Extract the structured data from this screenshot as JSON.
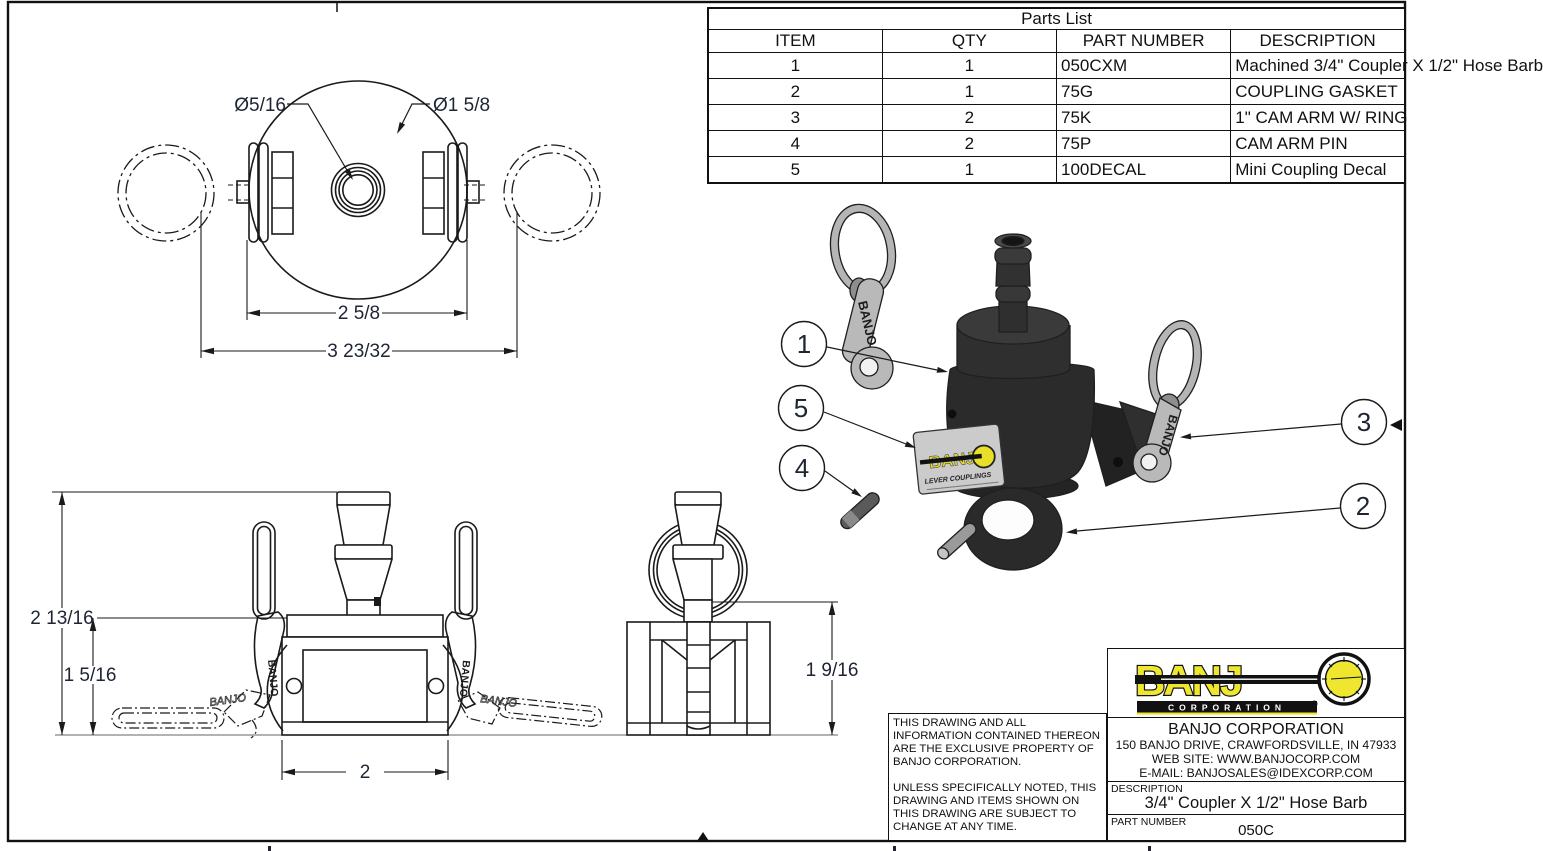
{
  "sheet": {
    "parts_list": {
      "title": "Parts List",
      "columns": {
        "item": "ITEM",
        "qty": "QTY",
        "part_number": "PART NUMBER",
        "description": "DESCRIPTION"
      },
      "rows": [
        {
          "item": "1",
          "qty": "1",
          "part_number": "050CXM",
          "description": "Machined 3/4\" Coupler X 1/2\" Hose Barb"
        },
        {
          "item": "2",
          "qty": "1",
          "part_number": "75G",
          "description": "COUPLING GASKET"
        },
        {
          "item": "3",
          "qty": "2",
          "part_number": "75K",
          "description": "1\" CAM ARM W/ RING"
        },
        {
          "item": "4",
          "qty": "2",
          "part_number": "75P",
          "description": "CAM ARM PIN"
        },
        {
          "item": "5",
          "qty": "1",
          "part_number": "100DECAL",
          "description": "Mini Coupling Decal"
        }
      ]
    },
    "drawing": {
      "top_view": {
        "hole_diameter": "Ø5/16",
        "outer_diameter": "Ø1 5/8",
        "arm_span": "2 5/8",
        "overall_width": "3 23/32"
      },
      "front_view": {
        "overall_height": "2 13/16",
        "body_height": "1 5/16",
        "width": "2",
        "arm_text": "BANJO"
      },
      "side_view": {
        "height": "1 9/16"
      }
    },
    "balloons": [
      "1",
      "2",
      "3",
      "4",
      "5"
    ],
    "decal": {
      "brand_letters": "BANJ",
      "line": "LEVER COUPLINGS"
    },
    "legal": {
      "para1": "THIS DRAWING AND ALL INFORMATION CONTAINED THEREON ARE THE EXCLUSIVE PROPERTY OF BANJO CORPORATION.",
      "para2": "UNLESS SPECIFICALLY NOTED, THIS DRAWING AND ITEMS SHOWN ON THIS DRAWING ARE SUBJECT TO CHANGE AT ANY TIME."
    },
    "title_block": {
      "logo_letters": "BANJ",
      "logo_sub": "CORPORATION",
      "registered_mark": "®",
      "company": "BANJO CORPORATION",
      "address": "150 BANJO DRIVE, CRAWFORDSVILLE, IN 47933",
      "website": "WEB SITE: WWW.BANJOCORP.COM",
      "email": "E-MAIL: BANJOSALES@IDEXCORP.COM",
      "description_label": "DESCRIPTION",
      "description": "3/4\" Coupler X 1/2\" Hose Barb",
      "part_number_label": "PART NUMBER",
      "part_number": "050C"
    },
    "colors": {
      "line": "#1a1a1a",
      "dim_text": "#1d2433",
      "logo_yellow": "#efe72f",
      "part_dark": "#2b2b2b",
      "part_gray": "#b8b8b8"
    }
  }
}
